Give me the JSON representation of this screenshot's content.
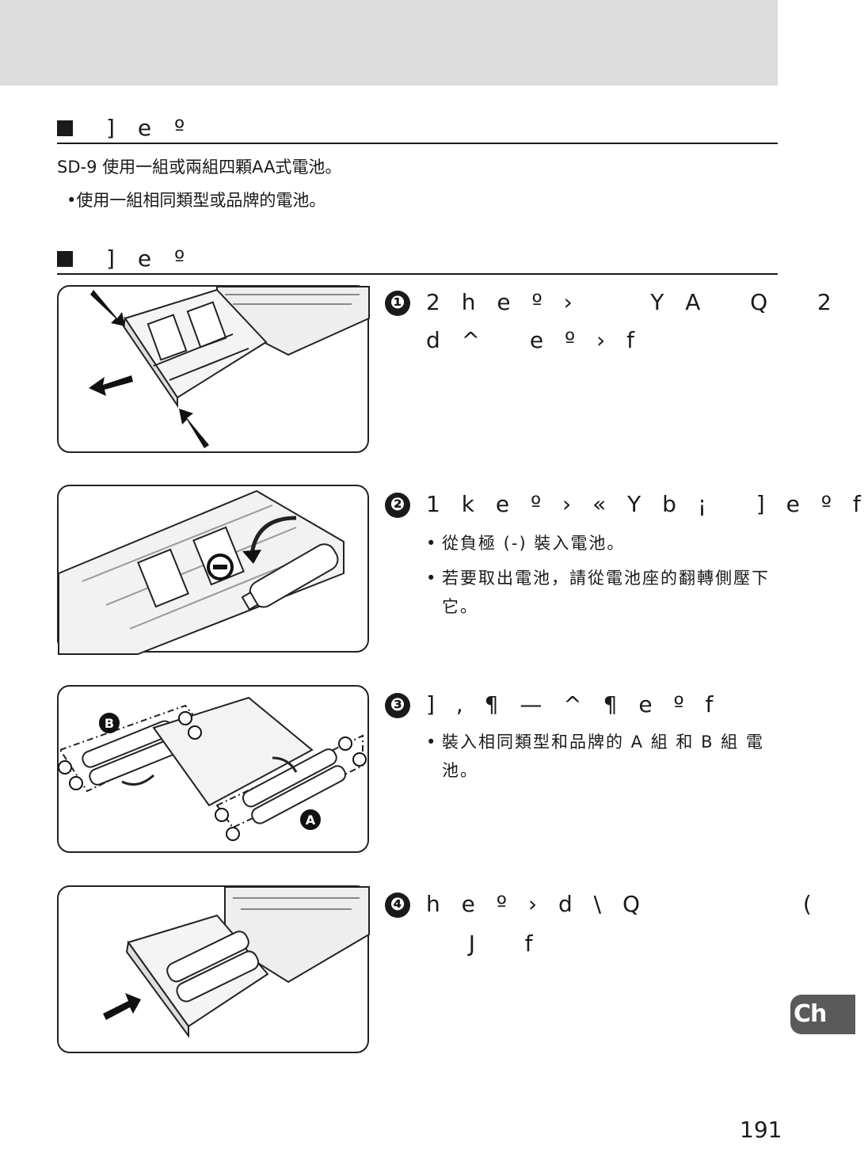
{
  "section1": {
    "title": "] e º",
    "line1": "SD-9 使用一組或兩組四顆AA式電池。",
    "line2": "•使用一組相同類型或品牌的電池。"
  },
  "section2": {
    "title": "] e º"
  },
  "steps": [
    {
      "number": "❶",
      "line1": "2 h e º ›     Y A   Q   2",
      "line2": "d ^   e º › f",
      "bullets": []
    },
    {
      "number": "❷",
      "line1": "1 k e º › « Y b ¡   ] e º f",
      "line2": "",
      "bullets": [
        "從負極 (-) 裝入電池。",
        "若要取出電池，請從電池座的翻轉側壓下它。"
      ]
    },
    {
      "number": "❸",
      "line1": "] , ¶ — ^ ¶ e º f",
      "line2": "",
      "bullets": [
        "裝入相同類型和品牌的 A 組 和 B 組 電池。"
      ]
    },
    {
      "number": "❹",
      "line1": "h e º › d \\ Q           (",
      "line2": "   J   f",
      "bullets": []
    }
  ],
  "figure3_labels": {
    "group_b": "B",
    "group_a": "A"
  },
  "tab_label": "Ch",
  "page_number": "191",
  "colors": {
    "header_band": "#dcdcdc",
    "tab": "#5a5a5a",
    "ink": "#1a1a1a"
  }
}
